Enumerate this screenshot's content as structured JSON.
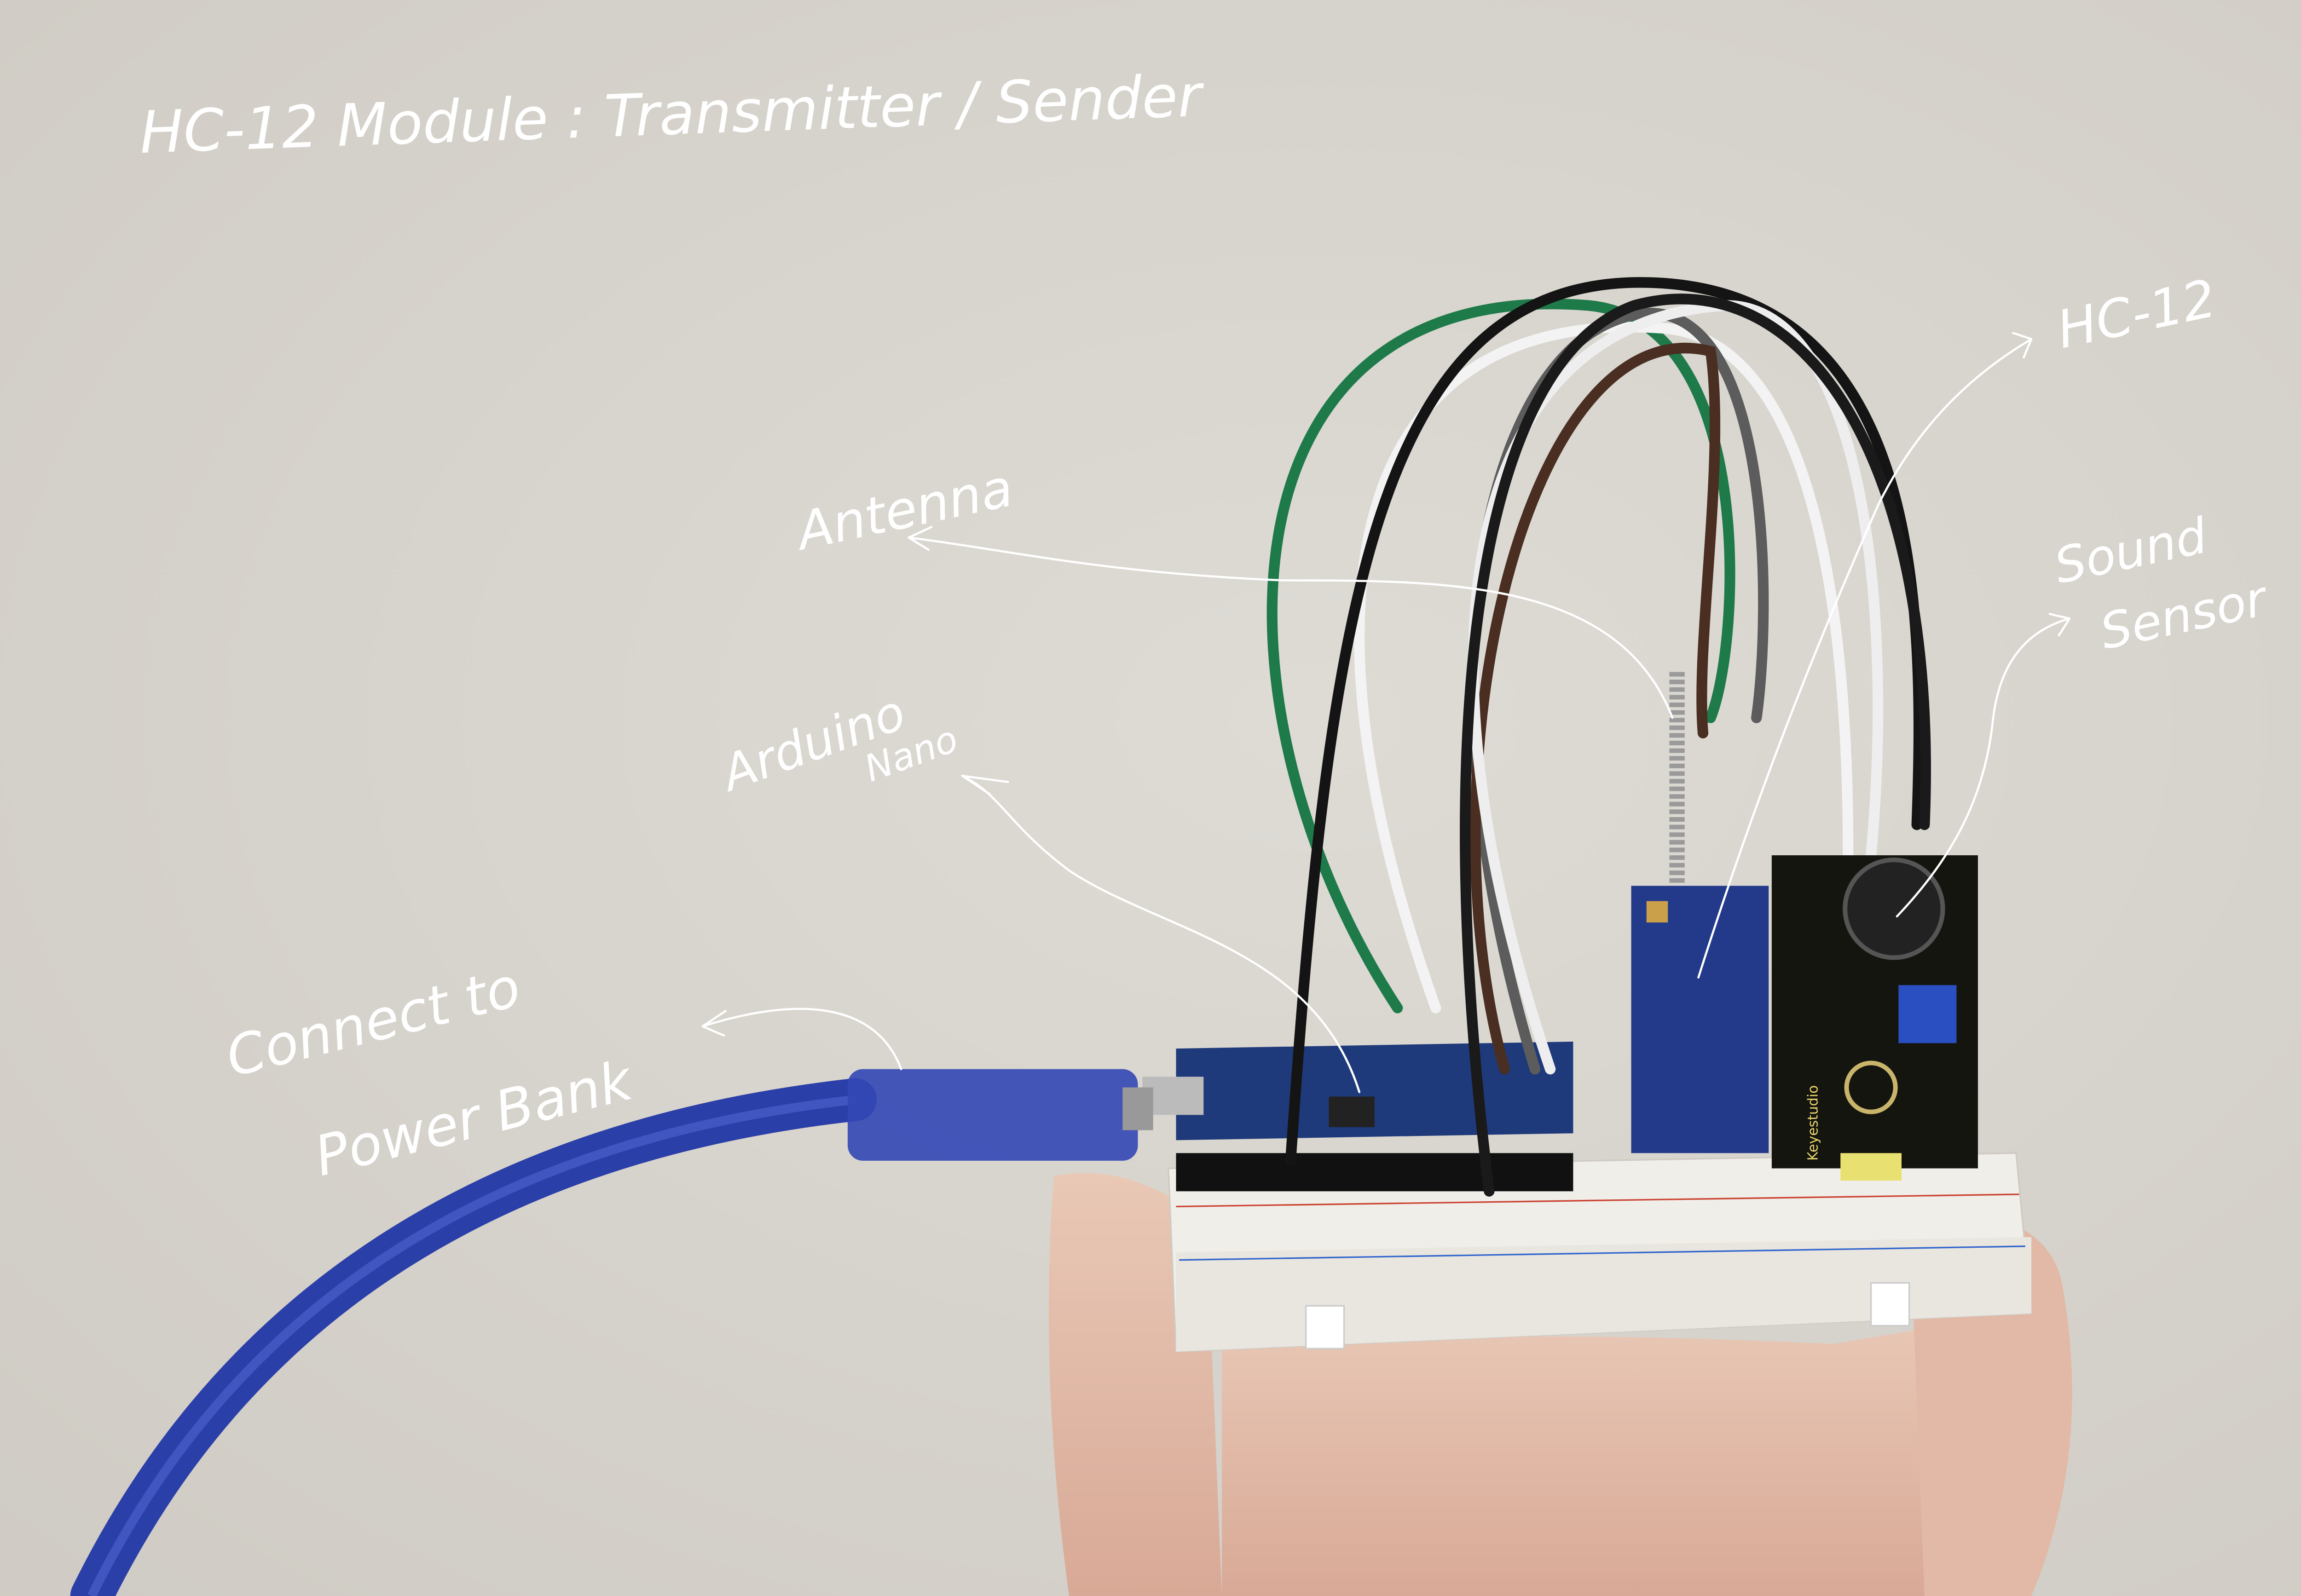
{
  "annotations": {
    "title": "HC-12 Module : Transmitter / Sender",
    "antenna": "Antenna",
    "arduino_line1": "Arduino",
    "arduino_line2": "Nano",
    "hc12": "HC-12",
    "sound_line1": "Sound",
    "sound_line2": "Sensor",
    "power_line1": "Connect to",
    "power_line2": "Power Bank"
  },
  "board_text": {
    "sensor_brand": "Keyestudio"
  },
  "colors": {
    "background": "#d9d6d0",
    "usb_cable": "#2b3fa8",
    "breadboard": "#f2f0ec",
    "sensor_pcb": "#15150f",
    "hc12_pcb": "#233a8a",
    "wire_green": "#1f7a4a",
    "wire_black": "#141414",
    "wire_white": "#f3f3f3",
    "wire_brown": "#4a2e22",
    "wire_gray": "#5c5c5c"
  }
}
